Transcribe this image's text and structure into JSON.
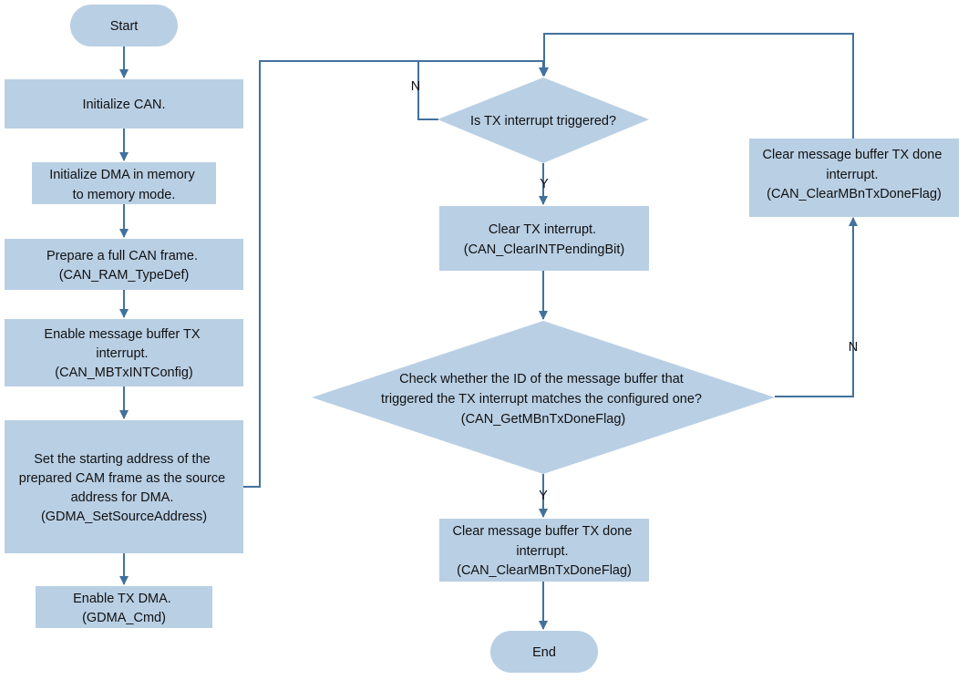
{
  "colors": {
    "node_fill": "#b9cfe4",
    "connector": "#41719c",
    "text": "#111111",
    "background": "#ffffff"
  },
  "nodes": {
    "start": {
      "text": [
        "Start"
      ]
    },
    "init_can": {
      "text": [
        "Initialize CAN."
      ]
    },
    "init_dma": {
      "text": [
        "Initialize DMA in memory",
        "to memory mode."
      ]
    },
    "prepare_frame": {
      "text": [
        "Prepare a full CAN frame.",
        "(CAN_RAM_TypeDef)"
      ]
    },
    "enable_mb_tx_int": {
      "text": [
        "Enable message buffer TX",
        "interrupt.",
        "(CAN_MBTxINTConfig)"
      ]
    },
    "set_source": {
      "text": [
        "Set the starting address of the",
        "prepared CAM frame as the source",
        "address for DMA.",
        "(GDMA_SetSourceAddress)"
      ]
    },
    "enable_tx_dma": {
      "text": [
        "Enable TX DMA.",
        "(GDMA_Cmd)"
      ]
    },
    "tx_int_decision": {
      "text": [
        "Is TX interrupt triggered?"
      ]
    },
    "clear_tx_int": {
      "text": [
        "Clear TX interrupt.",
        "(CAN_ClearINTPendingBit)"
      ]
    },
    "check_id_decision": {
      "text": [
        "Check whether the ID of the message buffer that",
        "triggered the TX interrupt matches the configured one?",
        "(CAN_GetMBnTxDoneFlag)"
      ]
    },
    "clear_done_bottom": {
      "text": [
        "Clear message buffer TX done",
        "interrupt.",
        "(CAN_ClearMBnTxDoneFlag)"
      ]
    },
    "clear_done_right": {
      "text": [
        "Clear message buffer TX done",
        "interrupt.",
        "(CAN_ClearMBnTxDoneFlag)"
      ]
    },
    "end": {
      "text": [
        "End"
      ]
    }
  },
  "edge_labels": {
    "tx_no": "N",
    "tx_yes": "Y",
    "check_no": "N",
    "check_yes": "Y"
  }
}
